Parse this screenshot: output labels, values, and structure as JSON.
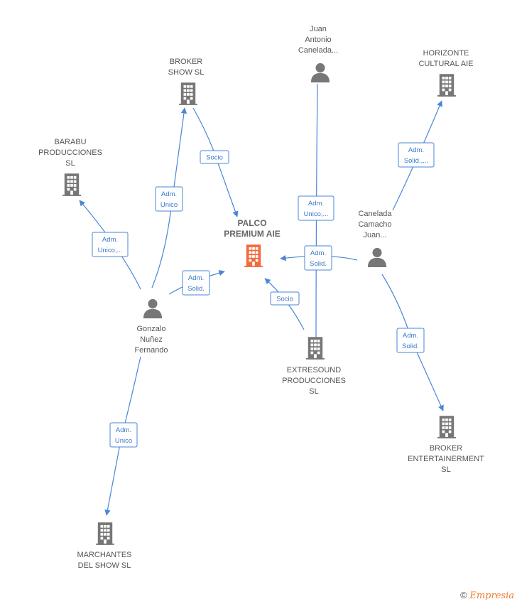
{
  "colors": {
    "edge": "#4a86d8",
    "company": "#777777",
    "main_company": "#f26a3d",
    "person": "#777777"
  },
  "nodes": [
    {
      "id": "palco",
      "type": "company",
      "main": true,
      "label": [
        "PALCO",
        "PREMIUM AIE"
      ]
    },
    {
      "id": "broker_show",
      "type": "company",
      "label": [
        "BROKER",
        "SHOW  SL"
      ]
    },
    {
      "id": "barabu",
      "type": "company",
      "label": [
        "BARABU",
        "PRODUCCIONES",
        "SL"
      ]
    },
    {
      "id": "juan_antonio",
      "type": "person",
      "label": [
        "Juan",
        "Antonio",
        "Canelada..."
      ]
    },
    {
      "id": "horizonte",
      "type": "company",
      "label": [
        "HORIZONTE",
        "CULTURAL AIE"
      ]
    },
    {
      "id": "canelada",
      "type": "person",
      "label": [
        "Canelada",
        "Camacho",
        "Juan..."
      ]
    },
    {
      "id": "gonzalo",
      "type": "person",
      "label": [
        "Gonzalo",
        "Nuñez",
        "Fernando"
      ]
    },
    {
      "id": "extresound",
      "type": "company",
      "label": [
        "EXTRESOUND",
        "PRODUCCIONES",
        "SL"
      ]
    },
    {
      "id": "broker_ent",
      "type": "company",
      "label": [
        "BROKER",
        "ENTERTAINERMENT",
        "SL"
      ]
    },
    {
      "id": "marchantes",
      "type": "company",
      "label": [
        "MARCHANTES",
        "DEL SHOW  SL"
      ]
    }
  ],
  "edges": [
    {
      "id": "e1",
      "from": "gonzalo",
      "to": "broker_show",
      "label": [
        "Adm.",
        "Unico"
      ]
    },
    {
      "id": "e2",
      "from": "broker_show",
      "to": "palco",
      "label": [
        "Socio"
      ]
    },
    {
      "id": "e3",
      "from": "gonzalo",
      "to": "barabu",
      "label": [
        "Adm.",
        "Unico,..."
      ]
    },
    {
      "id": "e4",
      "from": "gonzalo",
      "to": "palco",
      "label": [
        "Adm.",
        "Solid."
      ]
    },
    {
      "id": "e5",
      "from": "gonzalo",
      "to": "marchantes",
      "label": [
        "Adm.",
        "Unico"
      ]
    },
    {
      "id": "e6",
      "from": "juan_antonio",
      "to": "extresound",
      "label": [
        "Adm.",
        "Unico,..."
      ]
    },
    {
      "id": "e7",
      "from": "canelada",
      "to": "palco",
      "label": [
        "Adm.",
        "Solid."
      ]
    },
    {
      "id": "e8",
      "from": "extresound",
      "to": "palco",
      "label": [
        "Socio"
      ]
    },
    {
      "id": "e9",
      "from": "canelada",
      "to": "horizonte",
      "label": [
        "Adm.",
        "Solid.,..."
      ]
    },
    {
      "id": "e10",
      "from": "canelada",
      "to": "broker_ent",
      "label": [
        "Adm.",
        "Solid."
      ]
    }
  ],
  "footer": {
    "copyright": "©",
    "brand": "Empresia"
  }
}
